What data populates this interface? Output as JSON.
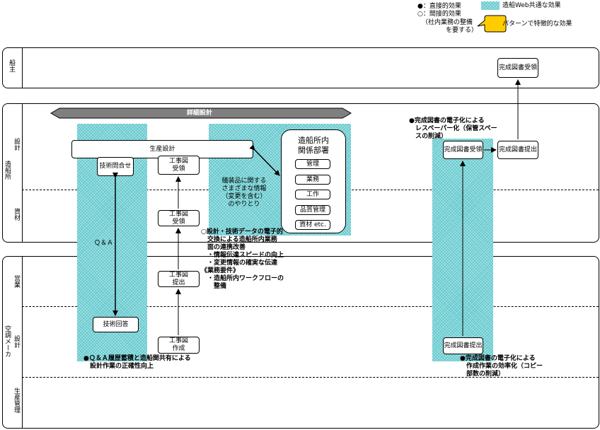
{
  "legend": {
    "direct": "●：直接的効果",
    "indirect": "○：間接的効果",
    "indirect_sub1": "（社内業務の整備",
    "indirect_sub2": "を要する）",
    "common_effect": "造船Web共通な効果",
    "pattern_effect": "パターンで特徴的な効果"
  },
  "lanes": {
    "owner": "船主",
    "shipyard": "造船所",
    "shipyard_design": "設計",
    "shipyard_material": "資材",
    "maker": "空調メーカ",
    "maker_sales": "営業",
    "maker_design": "設計",
    "maker_production": "生産管理"
  },
  "banner": "詳細設計",
  "boxes": {
    "seisan_sekkei": "生産設計",
    "gijutsu_toiawase": "技術問合せ",
    "kojizu_juryo_1_l1": "工事図",
    "kojizu_juryo_1_l2": "受領",
    "kojizu_juryo_2_l1": "工事図",
    "kojizu_juryo_2_l2": "受領",
    "kojizu_teishutsu_l1": "工事図",
    "kojizu_teishutsu_l2": "提出",
    "kojizu_sakusei_l1": "工事図",
    "kojizu_sakusei_l2": "作成",
    "gijutsu_kaito": "技術回答",
    "kansei_juryo_shipyard": "完成図書受領",
    "kansei_teishutsu_shipyard": "完成図書提出",
    "kansei_juryo_owner": "完成図書受領",
    "kansei_teishutsu_maker": "完成図書提出"
  },
  "departments": {
    "title_l1": "造船所内",
    "title_l2": "関係部署",
    "items": [
      "管理",
      "業務",
      "工作",
      "品質管理",
      "資材 etc."
    ]
  },
  "labels": {
    "qa": "Ｑ＆Ａ",
    "info_exchange": "艤装品に関する\nさまざまな情報\n（変更を含む）\nのやりとり"
  },
  "notes": {
    "electronic_exchange": "○設計・技術データの電子的\n　交換による造船所内業務\n　面の連携改善\n　・情報伝達スピードの向上\n　・変更情報の確実な伝達\n《業務要件》\n　・造船所内ワークフローの\n　　整備",
    "qa_history": "●Ｑ＆Ａ履歴蓄積と造船関共有による\n　設計作業の正確性向上",
    "paperless": "●完成図書の電子化による\n　レスペーパー化（保管スペー\n　スの削減）",
    "efficiency": "●完成図書の電子化による\n　作成作業の効率化（コピー\n　部数の削減）"
  },
  "colors": {
    "band": "#5ec7cc",
    "banner": "#7f7f7f",
    "callout": "#ffcc00"
  }
}
